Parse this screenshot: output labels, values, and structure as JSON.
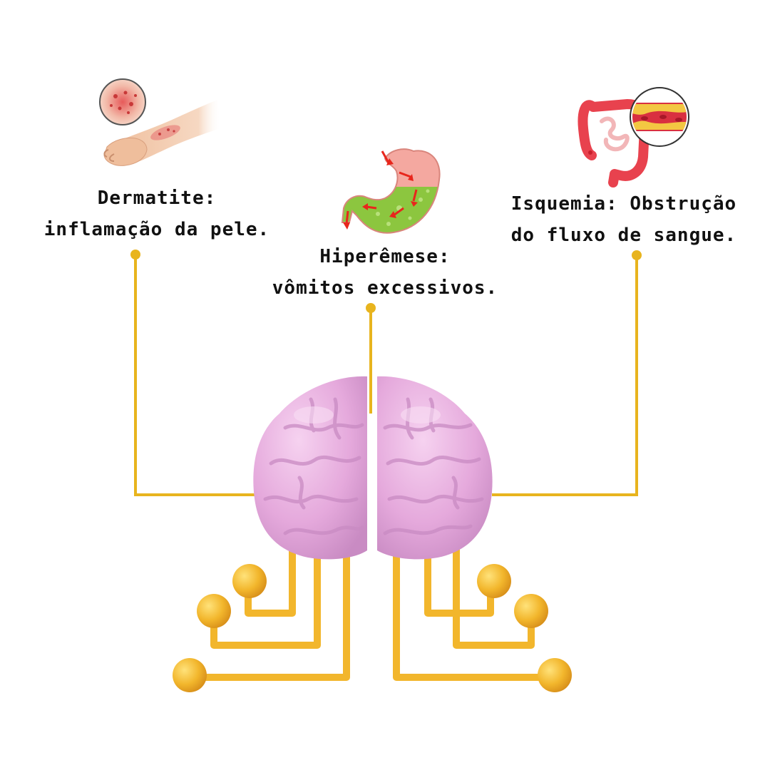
{
  "colors": {
    "connector": "#E8B41E",
    "brain": "#E5A9DC",
    "circuit": "#F2B62C",
    "stomach": "#F4A8A0",
    "gastric": "#8CC63F",
    "arrow": "#E8261C",
    "intestine": "#E8424E",
    "plaque": "#F3C742",
    "skin": "#F1C8A8",
    "rash": "#D94040"
  },
  "labels": {
    "dermatite": {
      "line1": "Dermatite:",
      "line2": "inflamação da pele.",
      "icon": "arm-rash-icon"
    },
    "hiperemese": {
      "line1": "Hiperêmese:",
      "line2": "vômitos excessivos.",
      "icon": "stomach-icon"
    },
    "isquemia": {
      "line1": "Isquemia: Obstrução",
      "line2": "do fluxo de sangue.",
      "icon": "intestine-artery-icon"
    }
  },
  "center": {
    "icon": "brain-circuit-icon"
  }
}
